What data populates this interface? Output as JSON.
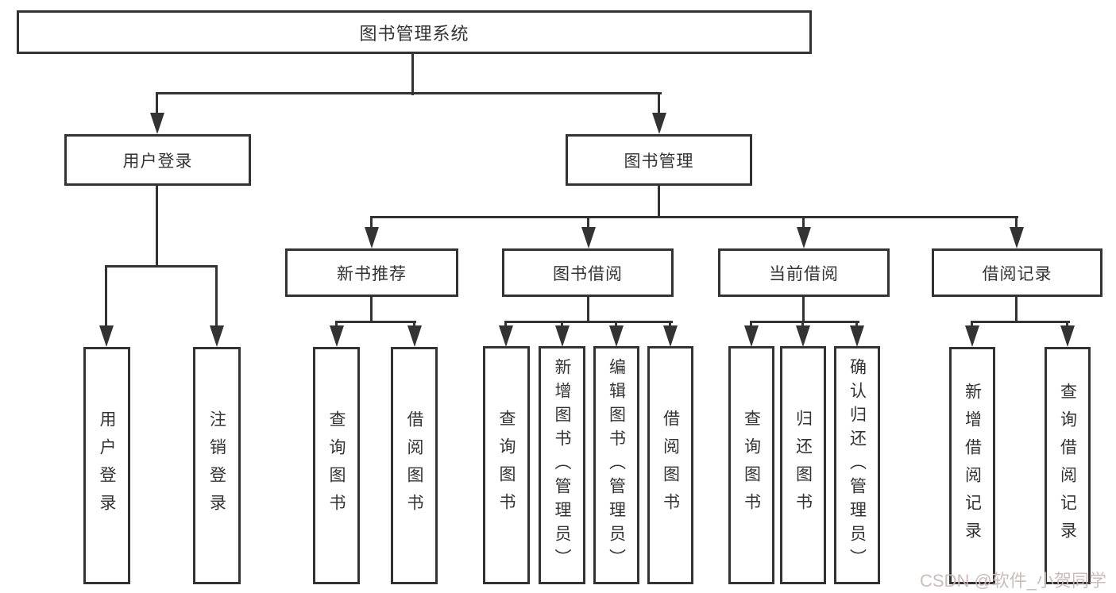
{
  "diagram_title": "图书管理系统",
  "nodes": {
    "root": "图书管理系统",
    "user_login": "用户登录",
    "book_mgmt": "图书管理",
    "new_books": "新书推荐",
    "book_borrow": "图书借阅",
    "current_borrow": "当前借阅",
    "borrow_records": "借阅记录",
    "leaf_user_login": "用户登录",
    "leaf_logout": "注销登录",
    "leaf_nb_query": "查询图书",
    "leaf_nb_borrow": "借阅图书",
    "leaf_bb_query": "查询图书",
    "leaf_bb_add": "新增图书（管理员）",
    "leaf_bb_edit": "编辑图书（管理员）",
    "leaf_bb_borrow": "借阅图书",
    "leaf_cb_query": "查询图书",
    "leaf_cb_return": "归还图书",
    "leaf_cb_confirm": "确认归还（管理员）",
    "leaf_br_add": "新增借阅记录",
    "leaf_br_query": "查询借阅记录"
  },
  "watermark": "CSDN @软件_小贺同学",
  "colors": {
    "line": "#333333",
    "box_background": "#ffffff",
    "text": "#333333",
    "watermark_text": "#c9b8b8"
  }
}
